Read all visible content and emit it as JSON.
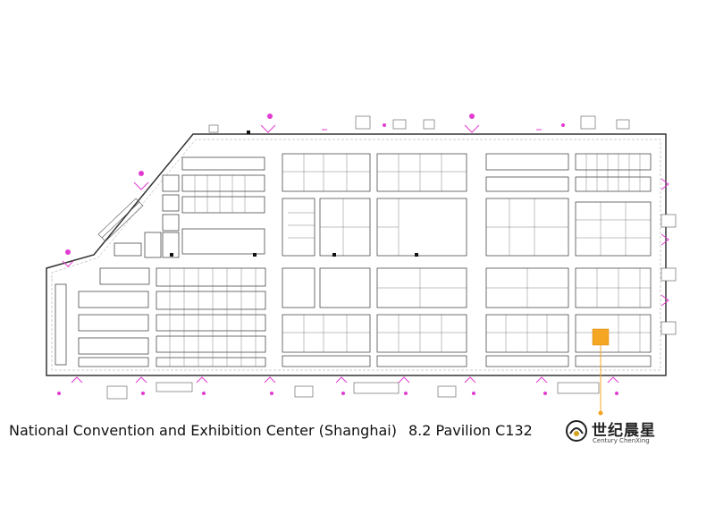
{
  "venue_name": "National Convention and Exhibition Center (Shanghai)",
  "booth_location": "8.2 Pavilion C132",
  "brand": {
    "name_cn": "世纪晨星",
    "name_en": "Century ChenXing"
  },
  "colors": {
    "booth_highlight": "#f5a623",
    "marker": "#e23bd1",
    "walls": "#333333"
  },
  "icons": [
    "logo-icon",
    "entrance-arrow-icon",
    "booth-pin-icon"
  ]
}
